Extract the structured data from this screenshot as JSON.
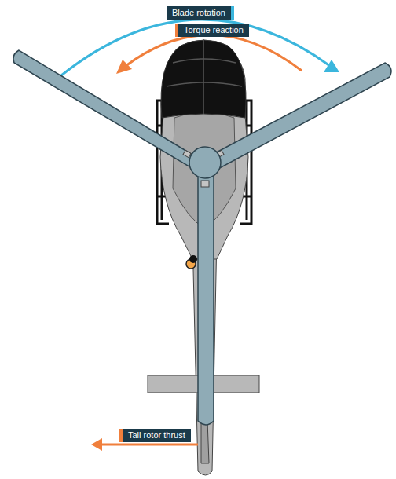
{
  "diagram": {
    "nodes": [
      {
        "text": [
          "Blade rotation"
        ]
      },
      {
        "text": [
          "Torque reaction"
        ]
      },
      {
        "text": [
          "Tail rotor thrust"
        ]
      }
    ]
  }
}
